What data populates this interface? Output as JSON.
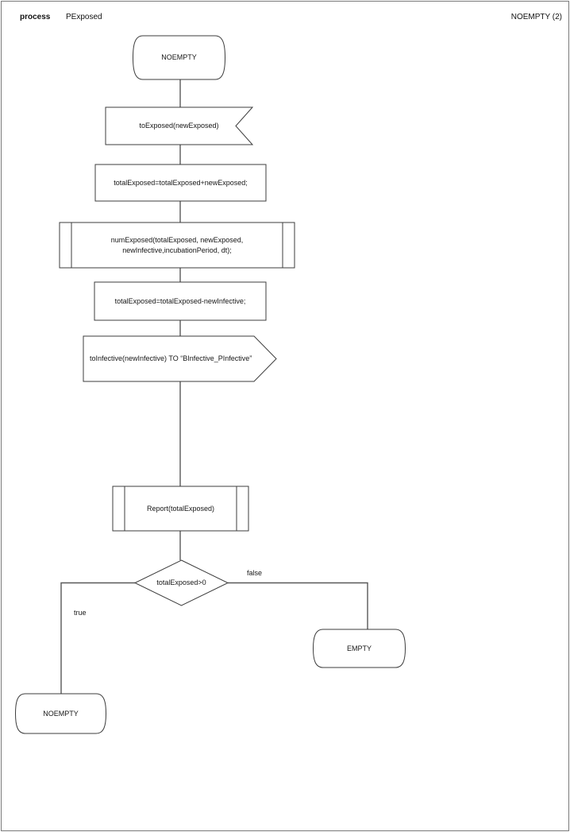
{
  "header": {
    "kind_label": "process",
    "process_name": "PExposed",
    "state_ref": "NOEMPTY (2)"
  },
  "nodes": {
    "start_state": {
      "type": "state",
      "label": "NOEMPTY"
    },
    "input_signal": {
      "type": "input-signal",
      "label": "toExposed(newExposed)"
    },
    "task_add": {
      "type": "task",
      "label": "totalExposed=totalExposed+newExposed;"
    },
    "procedure_numexposed": {
      "type": "procedure-call",
      "label": "numExposed(totalExposed, newExposed,\nnewInfective,incubationPeriod, dt);"
    },
    "task_subtract": {
      "type": "task",
      "label": "totalExposed=totalExposed-newInfective;"
    },
    "output_signal": {
      "type": "output-signal",
      "label": "toInfective(newInfective) TO “BInfective_PInfective”"
    },
    "procedure_report": {
      "type": "procedure-call",
      "label": "Report(totalExposed)"
    },
    "decision": {
      "type": "decision",
      "label": "totalExposed>0"
    },
    "state_empty": {
      "type": "state",
      "label": "EMPTY"
    },
    "state_noempty": {
      "type": "state",
      "label": "NOEMPTY"
    }
  },
  "branches": {
    "true_label": "true",
    "false_label": "false"
  },
  "colors": {
    "background": "#ffffff",
    "page_border": "#7a7a7a",
    "shape_stroke": "#3d3d3d",
    "connector": "#595959",
    "text": "#161616"
  }
}
